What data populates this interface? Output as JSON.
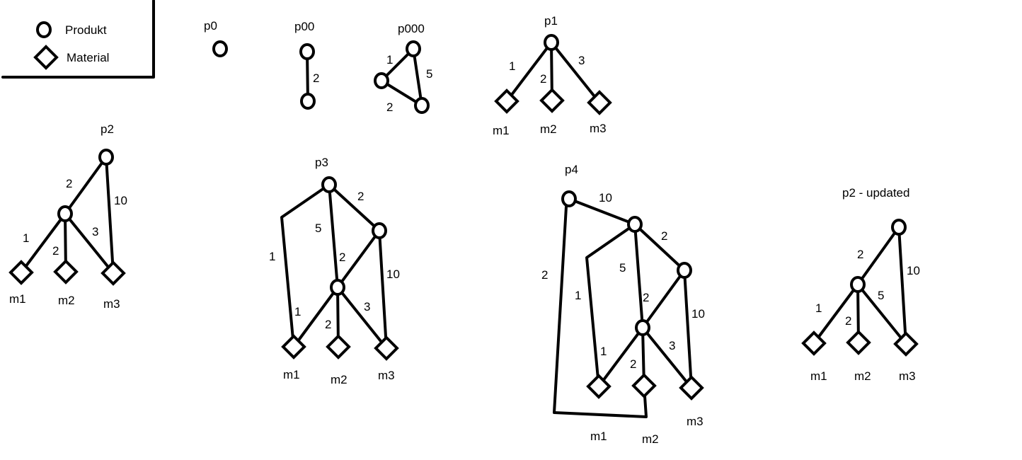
{
  "legend": {
    "items": [
      {
        "shape": "produkt",
        "label": "Produkt"
      },
      {
        "shape": "material",
        "label": "Material"
      }
    ]
  },
  "diagrams": [
    {
      "id": "p0",
      "title": "p0",
      "nodes": [
        {
          "id": "a",
          "type": "produkt"
        }
      ],
      "edges": []
    },
    {
      "id": "p00",
      "title": "p00",
      "nodes": [
        {
          "id": "a",
          "type": "produkt"
        },
        {
          "id": "b",
          "type": "produkt"
        }
      ],
      "edges": [
        {
          "from": "a",
          "to": "b",
          "label": "2"
        }
      ]
    },
    {
      "id": "p000",
      "title": "p000",
      "nodes": [
        {
          "id": "top",
          "type": "produkt"
        },
        {
          "id": "left",
          "type": "produkt"
        },
        {
          "id": "right",
          "type": "produkt"
        }
      ],
      "edges": [
        {
          "from": "top",
          "to": "left",
          "label": "1"
        },
        {
          "from": "top",
          "to": "right",
          "label": "5"
        },
        {
          "from": "left",
          "to": "right",
          "label": "2"
        }
      ]
    },
    {
      "id": "p1",
      "title": "p1",
      "nodes": [
        {
          "id": "root",
          "type": "produkt"
        },
        {
          "id": "m1",
          "type": "material",
          "label": "m1"
        },
        {
          "id": "m2",
          "type": "material",
          "label": "m2"
        },
        {
          "id": "m3",
          "type": "material",
          "label": "m3"
        }
      ],
      "edges": [
        {
          "from": "root",
          "to": "m1",
          "label": "1"
        },
        {
          "from": "root",
          "to": "m2",
          "label": "2"
        },
        {
          "from": "root",
          "to": "m3",
          "label": "3"
        }
      ]
    },
    {
      "id": "p2",
      "title": "p2",
      "nodes": [
        {
          "id": "root",
          "type": "produkt"
        },
        {
          "id": "mid",
          "type": "produkt"
        },
        {
          "id": "m1",
          "type": "material",
          "label": "m1"
        },
        {
          "id": "m2",
          "type": "material",
          "label": "m2"
        },
        {
          "id": "m3",
          "type": "material",
          "label": "m3"
        }
      ],
      "edges": [
        {
          "from": "root",
          "to": "mid",
          "label": "2"
        },
        {
          "from": "root",
          "to": "m3",
          "label": "10"
        },
        {
          "from": "mid",
          "to": "m1",
          "label": "1"
        },
        {
          "from": "mid",
          "to": "m2",
          "label": "2"
        },
        {
          "from": "mid",
          "to": "m3",
          "label": "3"
        }
      ]
    },
    {
      "id": "p3",
      "title": "p3",
      "nodes": [
        {
          "id": "root",
          "type": "produkt"
        },
        {
          "id": "p2top",
          "type": "produkt"
        },
        {
          "id": "p1mid",
          "type": "produkt"
        },
        {
          "id": "m1",
          "type": "material",
          "label": "m1"
        },
        {
          "id": "m2",
          "type": "material",
          "label": "m2"
        },
        {
          "id": "m3",
          "type": "material",
          "label": "m3"
        }
      ],
      "edges": [
        {
          "from": "root",
          "to": "m1",
          "label": "1",
          "bend": true
        },
        {
          "from": "root",
          "to": "p1mid",
          "label": "5"
        },
        {
          "from": "root",
          "to": "p2top",
          "label": "2"
        },
        {
          "from": "p2top",
          "to": "p1mid",
          "label": "2"
        },
        {
          "from": "p2top",
          "to": "m3",
          "label": "10"
        },
        {
          "from": "p1mid",
          "to": "m1",
          "label": "1"
        },
        {
          "from": "p1mid",
          "to": "m2",
          "label": "2"
        },
        {
          "from": "p1mid",
          "to": "m3",
          "label": "3"
        }
      ]
    },
    {
      "id": "p4",
      "title": "p4",
      "nodes": [
        {
          "id": "top",
          "type": "produkt"
        },
        {
          "id": "p3root",
          "type": "produkt"
        },
        {
          "id": "p2top",
          "type": "produkt"
        },
        {
          "id": "p1mid",
          "type": "produkt"
        },
        {
          "id": "m1",
          "type": "material",
          "label": "m1"
        },
        {
          "id": "m2",
          "type": "material",
          "label": "m2"
        },
        {
          "id": "m3",
          "type": "material",
          "label": "m3"
        }
      ],
      "edges": [
        {
          "from": "top",
          "to": "p3root",
          "label": "10"
        },
        {
          "from": "top",
          "to": "m2",
          "label": "2",
          "bend": true
        },
        {
          "from": "p3root",
          "to": "m1",
          "label": "1",
          "bend": true
        },
        {
          "from": "p3root",
          "to": "p1mid",
          "label": "5"
        },
        {
          "from": "p3root",
          "to": "p2top",
          "label": "2"
        },
        {
          "from": "p2top",
          "to": "p1mid",
          "label": "2"
        },
        {
          "from": "p2top",
          "to": "m3",
          "label": "10"
        },
        {
          "from": "p1mid",
          "to": "m1",
          "label": "1"
        },
        {
          "from": "p1mid",
          "to": "m2",
          "label": "2"
        },
        {
          "from": "p1mid",
          "to": "m3",
          "label": "3"
        }
      ]
    },
    {
      "id": "p2-updated",
      "title": "p2 - updated",
      "nodes": [
        {
          "id": "root",
          "type": "produkt"
        },
        {
          "id": "mid",
          "type": "produkt"
        },
        {
          "id": "m1",
          "type": "material",
          "label": "m1"
        },
        {
          "id": "m2",
          "type": "material",
          "label": "m2"
        },
        {
          "id": "m3",
          "type": "material",
          "label": "m3"
        }
      ],
      "edges": [
        {
          "from": "root",
          "to": "mid",
          "label": "2"
        },
        {
          "from": "root",
          "to": "m3",
          "label": "10"
        },
        {
          "from": "mid",
          "to": "m1",
          "label": "1"
        },
        {
          "from": "mid",
          "to": "m2",
          "label": "2"
        },
        {
          "from": "mid",
          "to": "m3",
          "label": "5"
        }
      ]
    }
  ]
}
